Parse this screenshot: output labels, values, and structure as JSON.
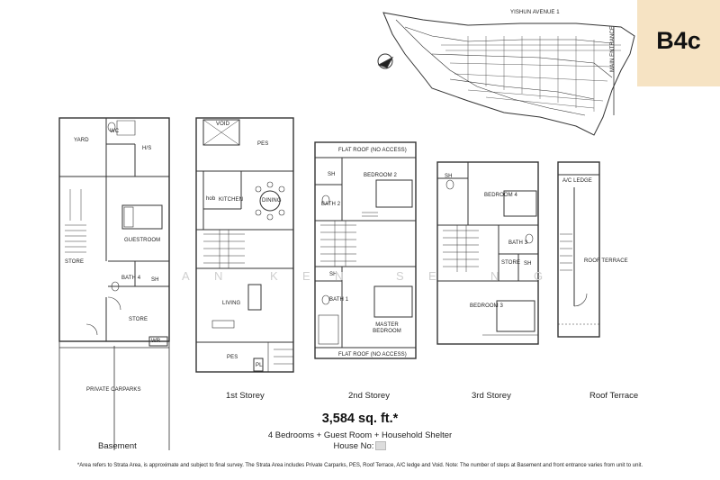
{
  "unit_badge": "B4c",
  "site_plan": {
    "road_label": "YISHUN AVENUE 1",
    "entrance_label": "MAIN ENTRANCE"
  },
  "floors": [
    {
      "caption": "Basement"
    },
    {
      "caption": "1st Storey"
    },
    {
      "caption": "2nd Storey"
    },
    {
      "caption": "3rd Storey"
    },
    {
      "caption": "Roof Terrace"
    }
  ],
  "rooms": {
    "basement": {
      "yard": "YARD",
      "wc": "WC",
      "hs": "H/S",
      "guestroom": "GUESTROOM",
      "store1": "STORE",
      "bath4": "BATH 4",
      "sh": "SH",
      "store2": "STORE",
      "wr": "WR",
      "carparks": "PRIVATE CARPARKS"
    },
    "first": {
      "void": "VOID",
      "pes_top": "PES",
      "hob": "hob",
      "kitchen": "KITCHEN",
      "dining": "DINING",
      "living": "LIVING",
      "pes_bottom": "PES",
      "pl": "PL"
    },
    "second": {
      "flat_roof_top": "FLAT ROOF (NO ACCESS)",
      "sh1": "SH",
      "bedroom2": "BEDROOM 2",
      "bath2": "BATH 2",
      "sh2": "SH",
      "bath1": "BATH 1",
      "master_bedroom": "MASTER BEDROOM",
      "flat_roof_bottom": "FLAT ROOF (NO ACCESS)"
    },
    "third": {
      "sh": "SH",
      "bedroom4": "BEDROOM 4",
      "bath3": "BATH 3",
      "store": "STORE",
      "sh2": "SH",
      "bedroom3": "BEDROOM 3"
    },
    "roof": {
      "ac_ledge": "A/C LEDGE",
      "roof_terrace": "ROOF TERRACE"
    }
  },
  "summary": {
    "area": "3,584 sq. ft.*",
    "description": "4 Bedrooms + Guest Room + Household Shelter",
    "house_no_label": "House No:"
  },
  "footnote": "*Area refers to Strata Area, is approximate and subject to final survey.  The Strata Area includes Private Carparks, PES, Roof Terrace, A/C ledge and Void. Note: The number of steps at Basement and front entrance varies from unit to unit.",
  "watermark": [
    "A",
    "N",
    "K",
    "E",
    "N",
    "S",
    "E",
    "N",
    "G"
  ],
  "colors": {
    "badge_bg": "#f6e3c3",
    "line": "#333333",
    "text": "#222222"
  }
}
